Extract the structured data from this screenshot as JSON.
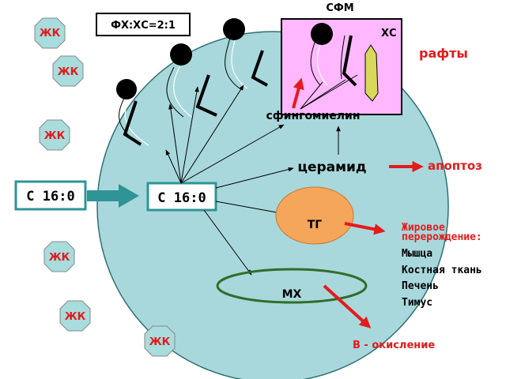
{
  "ratio_label": "ФХ:ХС=2:1",
  "raft_box": {
    "title": "СФМ",
    "cholesterol_label": "ХС"
  },
  "rafts_label": "рафты",
  "fatty_acid_label": "ЖК",
  "palmitate_outside": "С 16:0",
  "palmitate_inside": "С 16:0",
  "sphingomyelin_label": "сфингомиелин",
  "ceramide_label": "церамид",
  "apoptosis_label": "апоптоз",
  "tg_label": "ТГ",
  "fatty_degeneration": {
    "title_line1": "Жировое",
    "title_line2": "перерождение:",
    "organs": [
      "Мышца",
      "Костная ткань",
      "Печень",
      "Тимус"
    ]
  },
  "mitochondria_label": "МХ",
  "beta_oxidation_label": "В - окисление",
  "colors": {
    "cell": "#a8d8dc",
    "cell_border": "#2f6f73",
    "tg": "#f5a65b",
    "mitochondria_border": "#2f6e2a",
    "raft_box": "#ffb8ff",
    "cholesterol": "#d8d85a",
    "fatty_acid": "#a9dcdc",
    "arrow_red": "#e41b1b",
    "arrow_teal": "#2e9496"
  }
}
